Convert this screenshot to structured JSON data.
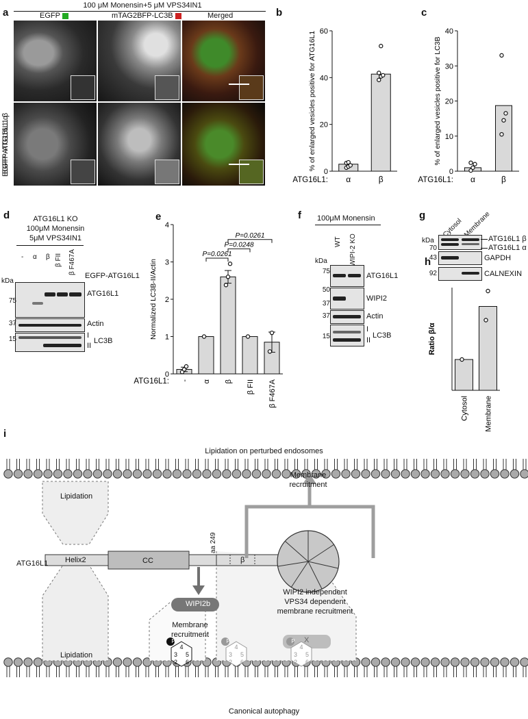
{
  "panel_labels": [
    "a",
    "b",
    "c",
    "d",
    "e",
    "f",
    "g",
    "h",
    "i"
  ],
  "panel_a": {
    "treatment": "100 μM Monensin+5 μM VPS34IN1",
    "columns": [
      "EGFP",
      "mTAG2BFP-LC3B",
      "Merged"
    ],
    "rows": [
      "EGFP-ATG16L1 α",
      "EGFP-ATG16L1 β"
    ],
    "channel_colors": {
      "egfp": "#22aa22",
      "lc3b": "#cc2222"
    }
  },
  "panel_d": {
    "header": [
      "ATG16L1 KO",
      "100μM Monensin",
      "5μM VPS34IN1"
    ],
    "lanes": [
      "-",
      "α",
      "β",
      "β FII",
      "β F467A"
    ],
    "construct": "EGFP-ATG16L1",
    "kda_label": "kDa",
    "blots": [
      {
        "name": "ATG16L1",
        "markers": [
          "75"
        ]
      },
      {
        "name": "Actin",
        "markers": [
          "37"
        ]
      },
      {
        "name": "LC3B",
        "markers": [
          "15"
        ],
        "band_labels": [
          "I",
          "II"
        ]
      }
    ]
  },
  "panel_f": {
    "header": "100μM Monensin",
    "lanes": [
      "WT",
      "WIPI-2 KO"
    ],
    "kda_label": "kDa",
    "blots": [
      {
        "name": "ATG16L1",
        "markers": [
          "75"
        ]
      },
      {
        "name": "WIPI2",
        "markers": [
          "50",
          "37"
        ]
      },
      {
        "name": "Actin",
        "markers": [
          "37"
        ]
      },
      {
        "name": "LC3B",
        "markers": [
          "15"
        ],
        "band_labels": [
          "I",
          "II"
        ]
      }
    ]
  },
  "panel_g": {
    "lanes": [
      "Cytosol",
      "Membrane"
    ],
    "kda_label": "kDa",
    "blots": [
      {
        "name": "ATG16L1 β / ATG16L1 α",
        "labels": [
          "ATG16L1 β",
          "ATG16L1 α"
        ],
        "markers": [
          "70"
        ]
      },
      {
        "name": "GAPDH",
        "markers": [
          "43"
        ]
      },
      {
        "name": "CALNEXIN",
        "markers": [
          "92"
        ]
      }
    ]
  },
  "chart_data": [
    {
      "id": "b",
      "type": "bar",
      "ylabel": "% of enlarged vesicles positive for ATG16L1",
      "xprefix": "ATG16L1:",
      "categories": [
        "α",
        "β"
      ],
      "values": [
        3,
        41.5
      ],
      "points": [
        [
          1.5,
          2.0,
          2.5,
          3.5,
          3.8
        ],
        [
          39,
          40.5,
          41,
          42,
          53.5
        ]
      ],
      "ylim": [
        0,
        60
      ],
      "yticks": [
        0,
        20,
        40,
        60
      ],
      "bar_color": "#d9d9d9"
    },
    {
      "id": "c",
      "type": "bar",
      "ylabel": "% of enlarged vesicles positive for LC3B",
      "xprefix": "ATG16L1:",
      "categories": [
        "α",
        "β"
      ],
      "values": [
        1,
        18.7
      ],
      "points": [
        [
          0.2,
          1.0,
          2.0,
          2.4
        ],
        [
          10.5,
          14.5,
          16.5,
          33
        ]
      ],
      "ylim": [
        0,
        40
      ],
      "yticks": [
        0,
        10,
        20,
        30,
        40
      ],
      "bar_color": "#d9d9d9"
    },
    {
      "id": "e",
      "type": "bar",
      "ylabel": "Normalized LC3B-II/Actin",
      "xprefix": "ATG16L1:",
      "categories": [
        "-",
        "α",
        "β",
        "β FII",
        "β F467A"
      ],
      "values": [
        0.12,
        1.0,
        2.6,
        1.0,
        0.85
      ],
      "errors": [
        0.06,
        0,
        0.17,
        0,
        0.27
      ],
      "points": [
        [
          0.05,
          0.12,
          0.2
        ],
        [
          1.0
        ],
        [
          2.38,
          2.6,
          2.95
        ],
        [
          1.0
        ],
        [
          0.6,
          1.1
        ]
      ],
      "ylim": [
        0,
        4
      ],
      "yticks": [
        0,
        1,
        2,
        3,
        4
      ],
      "pvalues": [
        {
          "from": 1,
          "to": 2,
          "label": "P=0.0261"
        },
        {
          "from": 2,
          "to": 3,
          "label": "P=0.0248"
        },
        {
          "from": 2,
          "to": 4,
          "label": "P=0.0261"
        }
      ],
      "bar_color": "#d9d9d9"
    },
    {
      "id": "h",
      "type": "bar",
      "ylabel": "Ratio β/α",
      "categories": [
        "Cytosol",
        "Membrane"
      ],
      "values": [
        0.9,
        2.45
      ],
      "points": [
        [
          0.9
        ],
        [
          2.05,
          2.9
        ]
      ],
      "ylim": [
        0,
        3
      ],
      "yticks": [],
      "bar_color": "#d9d9d9"
    }
  ],
  "panel_i": {
    "top_title": "Lipidation on perturbed endosomes",
    "bottom_title": "Canonical autophagy",
    "protein": "ATG16L1",
    "domains": [
      "Helix2",
      "CC",
      "β"
    ],
    "aa_label": "aa 249",
    "lipidation_top": "Lipidation",
    "lipidation_bottom": "Lipidation",
    "membrane_recruitment_top": "Membrane recruitment",
    "membrane_recruitment_bottom": "Membrane recruitment",
    "wipi_box": "WIPI2b",
    "independent_text": [
      "WIPI2 independent",
      "VPS34 dependent",
      "membrane recruitment"
    ],
    "x_box": "X",
    "p_symbol": "P",
    "inositol_numbers": [
      "4",
      "5",
      "6",
      "3",
      "2",
      "1"
    ]
  }
}
